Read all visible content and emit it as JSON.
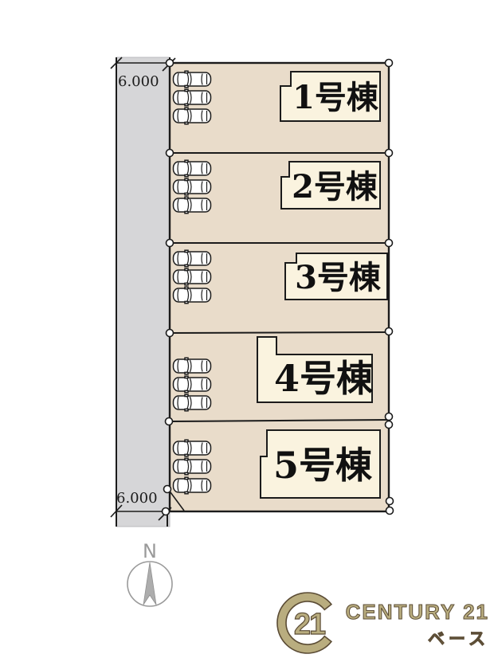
{
  "site_plan": {
    "dimensions": {
      "top_road_width": "6.000",
      "bottom_road_width": "6.000"
    },
    "compass": {
      "label": "N"
    },
    "lots": [
      {
        "id": 1,
        "label": "1号棟",
        "parking_spaces": 3
      },
      {
        "id": 2,
        "label": "2号棟",
        "parking_spaces": 3
      },
      {
        "id": 3,
        "label": "3号棟",
        "parking_spaces": 3
      },
      {
        "id": 4,
        "label": "4号棟",
        "parking_spaces": 3
      },
      {
        "id": 5,
        "label": "5号棟",
        "parking_spaces": 3
      }
    ]
  },
  "branding": {
    "name": "CENTURY 21",
    "office": "ベース",
    "seal_number": "21"
  },
  "colors": {
    "lot_fill": "#e9dcca",
    "building_fill": "#faf3df",
    "road_fill": "#d6d6d8",
    "line": "#1b1b1b",
    "brand_gold": "#b9ad7f",
    "brand_outline": "#5b4c35",
    "compass_gray": "#9a9a9a"
  }
}
